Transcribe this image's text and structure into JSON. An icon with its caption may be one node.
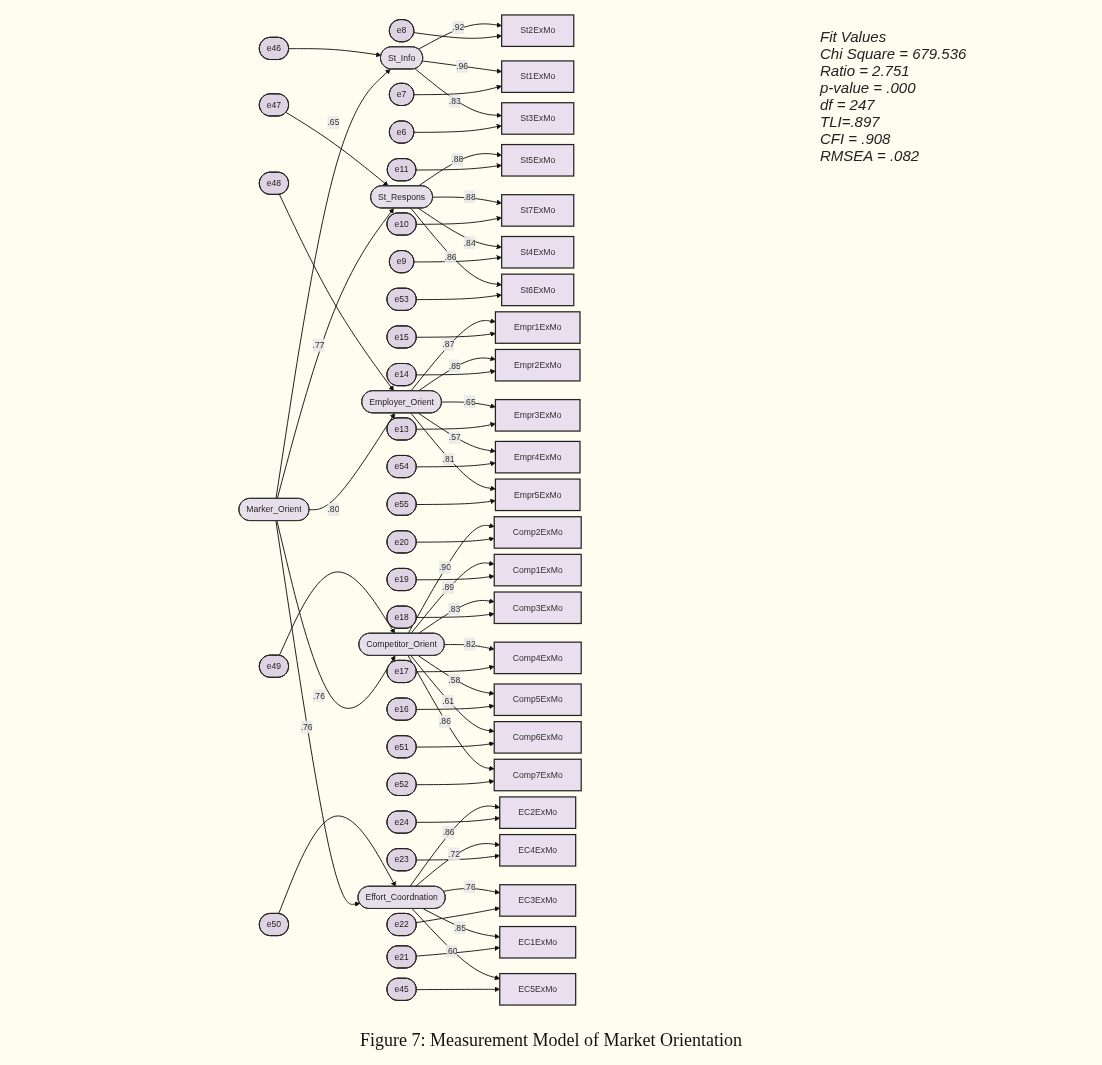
{
  "diagram": {
    "caption": "Figure 7: Measurement Model of Market Orientation",
    "nodes": [
      {
        "text": [
          "e46"
        ]
      },
      {
        "text": [
          "St_Info"
        ]
      },
      {
        "text": [
          "e8"
        ]
      },
      {
        "text": [
          "St2ExMo"
        ]
      },
      {
        "text": [
          "e7"
        ]
      },
      {
        "text": [
          "St1ExMo"
        ]
      },
      {
        "text": [
          "e6"
        ]
      },
      {
        "text": [
          "St3ExMo"
        ]
      },
      {
        "text": [
          "e47"
        ]
      },
      {
        "text": [
          "St_Respons"
        ]
      },
      {
        "text": [
          "e11"
        ]
      },
      {
        "text": [
          "St5ExMo"
        ]
      },
      {
        "text": [
          "e10"
        ]
      },
      {
        "text": [
          "St7ExMo"
        ]
      },
      {
        "text": [
          "e9"
        ]
      },
      {
        "text": [
          "St4ExMo"
        ]
      },
      {
        "text": [
          "e53"
        ]
      },
      {
        "text": [
          "St6ExMo"
        ]
      },
      {
        "text": [
          "e48"
        ]
      },
      {
        "text": [
          "Employer_Orient"
        ]
      },
      {
        "text": [
          "e15"
        ]
      },
      {
        "text": [
          "Empr1ExMo"
        ]
      },
      {
        "text": [
          "e14"
        ]
      },
      {
        "text": [
          "Empr2ExMo"
        ]
      },
      {
        "text": [
          "e13"
        ]
      },
      {
        "text": [
          "Empr3ExMo"
        ]
      },
      {
        "text": [
          "e54"
        ]
      },
      {
        "text": [
          "Empr4ExMo"
        ]
      },
      {
        "text": [
          "e55"
        ]
      },
      {
        "text": [
          "Empr5ExMo"
        ]
      },
      {
        "text": [
          "e49"
        ]
      },
      {
        "text": [
          "Competitor_Orient"
        ]
      },
      {
        "text": [
          "e20"
        ]
      },
      {
        "text": [
          "Comp2ExMo"
        ]
      },
      {
        "text": [
          "e19"
        ]
      },
      {
        "text": [
          "Comp1ExMo"
        ]
      },
      {
        "text": [
          "e18"
        ]
      },
      {
        "text": [
          "Comp3ExMo"
        ]
      },
      {
        "text": [
          "e17"
        ]
      },
      {
        "text": [
          "Comp4ExMo"
        ]
      },
      {
        "text": [
          "e16"
        ]
      },
      {
        "text": [
          "Comp5ExMo"
        ]
      },
      {
        "text": [
          "e51"
        ]
      },
      {
        "text": [
          "Comp6ExMo"
        ]
      },
      {
        "text": [
          "e52"
        ]
      },
      {
        "text": [
          "Comp7ExMo"
        ]
      },
      {
        "text": [
          "e50"
        ]
      },
      {
        "text": [
          "Effort_Coordnation"
        ]
      },
      {
        "text": [
          "e24"
        ]
      },
      {
        "text": [
          "EC2ExMo"
        ]
      },
      {
        "text": [
          "e23"
        ]
      },
      {
        "text": [
          "EC4ExMo"
        ]
      },
      {
        "text": [
          "e22"
        ]
      },
      {
        "text": [
          "EC3ExMo"
        ]
      },
      {
        "text": [
          "e21"
        ]
      },
      {
        "text": [
          "EC1ExMo"
        ]
      },
      {
        "text": [
          "e45"
        ]
      },
      {
        "text": [
          "EC5ExMo"
        ]
      },
      {
        "text": [
          "Marker_Orient"
        ]
      }
    ],
    "edges": [
      {
        "from": 0,
        "to": 1,
        "arrow": "to"
      },
      {
        "from": 1,
        "to": 3,
        "arrow": "to",
        "label": ".92"
      },
      {
        "from": 1,
        "to": 5,
        "arrow": "to",
        "label": ".96"
      },
      {
        "from": 1,
        "to": 7,
        "arrow": "to",
        "label": ".83"
      },
      {
        "from": 2,
        "to": 3,
        "arrow": "to"
      },
      {
        "from": 4,
        "to": 5,
        "arrow": "to"
      },
      {
        "from": 6,
        "to": 7,
        "arrow": "to"
      },
      {
        "from": 8,
        "to": 9,
        "arrow": "to"
      },
      {
        "from": 9,
        "to": 11,
        "arrow": "to",
        "label": ".88"
      },
      {
        "from": 9,
        "to": 13,
        "arrow": "to",
        "label": ".88"
      },
      {
        "from": 9,
        "to": 15,
        "arrow": "to",
        "label": ".84"
      },
      {
        "from": 9,
        "to": 17,
        "arrow": "to",
        "label": ".86"
      },
      {
        "from": 10,
        "to": 11,
        "arrow": "to"
      },
      {
        "from": 12,
        "to": 13,
        "arrow": "to"
      },
      {
        "from": 14,
        "to": 15,
        "arrow": "to"
      },
      {
        "from": 16,
        "to": 17,
        "arrow": "to"
      },
      {
        "from": 18,
        "to": 19,
        "arrow": "to"
      },
      {
        "from": 19,
        "to": 21,
        "arrow": "to",
        "label": ".87"
      },
      {
        "from": 19,
        "to": 23,
        "arrow": "to",
        "label": ".85"
      },
      {
        "from": 19,
        "to": 25,
        "arrow": "to",
        "label": ".65"
      },
      {
        "from": 19,
        "to": 27,
        "arrow": "to",
        "label": ".57"
      },
      {
        "from": 19,
        "to": 29,
        "arrow": "to",
        "label": ".81"
      },
      {
        "from": 20,
        "to": 21,
        "arrow": "to"
      },
      {
        "from": 22,
        "to": 23,
        "arrow": "to"
      },
      {
        "from": 24,
        "to": 25,
        "arrow": "to"
      },
      {
        "from": 26,
        "to": 27,
        "arrow": "to"
      },
      {
        "from": 28,
        "to": 29,
        "arrow": "to"
      },
      {
        "from": 30,
        "to": 31,
        "arrow": "to"
      },
      {
        "from": 31,
        "to": 33,
        "arrow": "to",
        "label": ".90"
      },
      {
        "from": 31,
        "to": 35,
        "arrow": "to",
        "label": ".89"
      },
      {
        "from": 31,
        "to": 37,
        "arrow": "to",
        "label": ".83"
      },
      {
        "from": 31,
        "to": 39,
        "arrow": "to",
        "label": ".82"
      },
      {
        "from": 31,
        "to": 41,
        "arrow": "to",
        "label": ".58"
      },
      {
        "from": 31,
        "to": 43,
        "arrow": "to",
        "label": ".61"
      },
      {
        "from": 31,
        "to": 45,
        "arrow": "to",
        "label": ".86"
      },
      {
        "from": 32,
        "to": 33,
        "arrow": "to"
      },
      {
        "from": 34,
        "to": 35,
        "arrow": "to"
      },
      {
        "from": 36,
        "to": 37,
        "arrow": "to"
      },
      {
        "from": 38,
        "to": 39,
        "arrow": "to"
      },
      {
        "from": 40,
        "to": 41,
        "arrow": "to"
      },
      {
        "from": 42,
        "to": 43,
        "arrow": "to"
      },
      {
        "from": 44,
        "to": 45,
        "arrow": "to"
      },
      {
        "from": 46,
        "to": 47,
        "arrow": "to"
      },
      {
        "from": 47,
        "to": 49,
        "arrow": "to",
        "label": ".86"
      },
      {
        "from": 47,
        "to": 51,
        "arrow": "to",
        "label": ".72"
      },
      {
        "from": 47,
        "to": 53,
        "arrow": "to",
        "label": ".76"
      },
      {
        "from": 47,
        "to": 55,
        "arrow": "to",
        "label": ".85"
      },
      {
        "from": 47,
        "to": 57,
        "arrow": "to",
        "label": ".60"
      },
      {
        "from": 48,
        "to": 49,
        "arrow": "to"
      },
      {
        "from": 50,
        "to": 51,
        "arrow": "to"
      },
      {
        "from": 52,
        "to": 53,
        "arrow": "to"
      },
      {
        "from": 54,
        "to": 55,
        "arrow": "to"
      },
      {
        "from": 56,
        "to": 57,
        "arrow": "to"
      },
      {
        "from": 58,
        "to": 1,
        "arrow": "to",
        "label": ".65"
      },
      {
        "from": 58,
        "to": 9,
        "arrow": "to",
        "label": ".77"
      },
      {
        "from": 58,
        "to": 19,
        "arrow": "to",
        "label": ".80"
      },
      {
        "from": 58,
        "to": 31,
        "arrow": "to",
        "label": ".76"
      },
      {
        "from": 58,
        "to": 47,
        "arrow": "to",
        "label": ".76"
      }
    ],
    "labels": [
      "Fit Values",
      "Chi Square = 679.536",
      "Ratio = 2.751",
      "p-value = .000",
      "df = 247",
      "TLI=.897",
      "CFI = .908",
      "RMSEA = .082"
    ]
  }
}
